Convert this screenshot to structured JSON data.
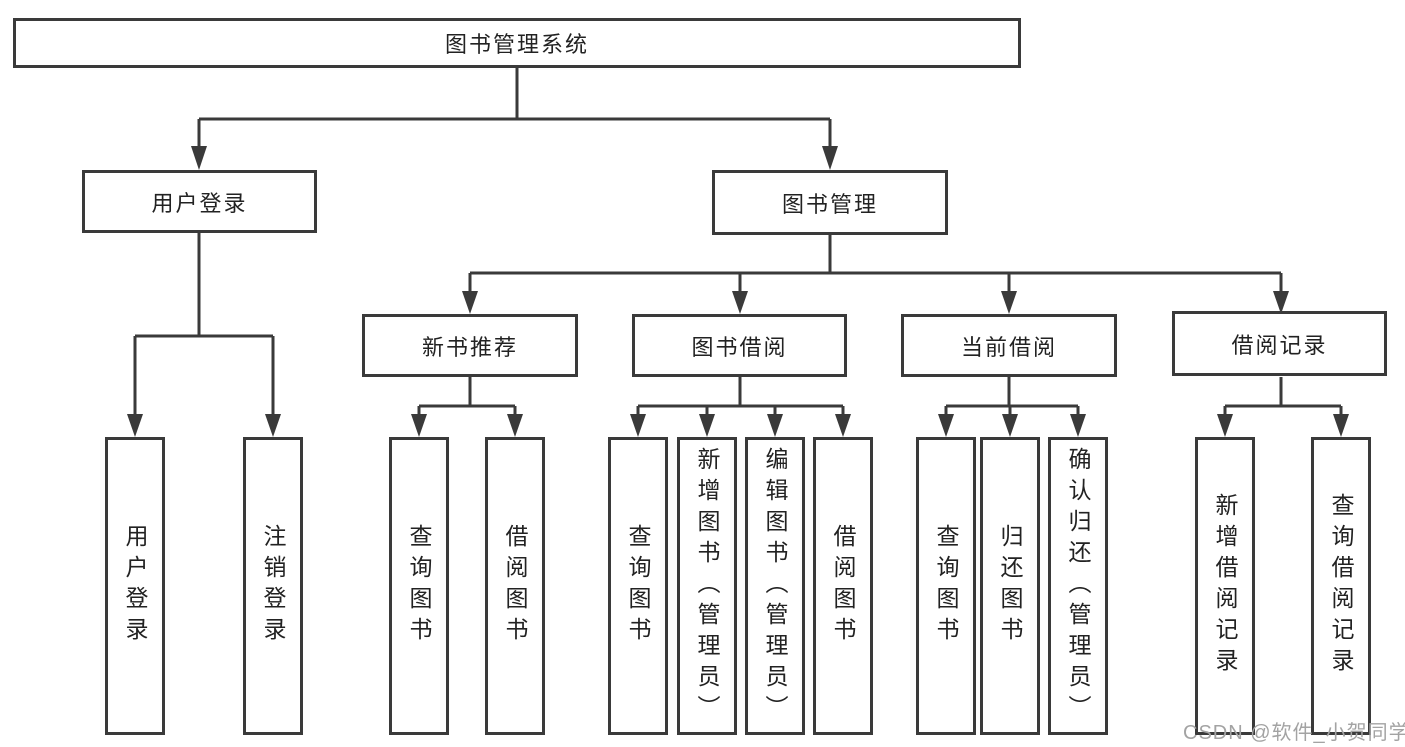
{
  "diagram": {
    "root": {
      "label": "图书管理系统"
    },
    "branches": [
      {
        "label": "用户登录"
      },
      {
        "label": "图书管理"
      }
    ],
    "modules": [
      {
        "label": "新书推荐"
      },
      {
        "label": "图书借阅"
      },
      {
        "label": "当前借阅"
      },
      {
        "label": "借阅记录"
      }
    ],
    "leaves": {
      "user": [
        {
          "label": "用户登录"
        },
        {
          "label": "注销登录"
        }
      ],
      "recommend": [
        {
          "label": "查询图书"
        },
        {
          "label": "借阅图书"
        }
      ],
      "borrow": [
        {
          "label": "查询图书"
        },
        {
          "label": "新增图书（管理员）"
        },
        {
          "label": "编辑图书（管理员）"
        },
        {
          "label": "借阅图书"
        }
      ],
      "current": [
        {
          "label": "查询图书"
        },
        {
          "label": "归还图书"
        },
        {
          "label": "确认归还（管理员）"
        }
      ],
      "records": [
        {
          "label": "新增借阅记录"
        },
        {
          "label": "查询借阅记录"
        }
      ]
    }
  },
  "watermark": {
    "text": "CSDN @软件_小贺同学"
  },
  "colors": {
    "line": "#3a3a3a",
    "text": "#222222",
    "watermark": "#a3a3a3",
    "background": "#ffffff"
  }
}
